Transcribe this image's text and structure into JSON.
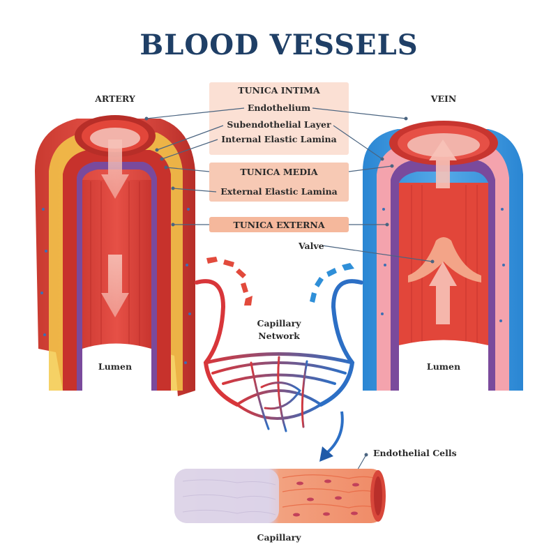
{
  "title": "BLOOD VESSELS",
  "labels": {
    "artery": "ARTERY",
    "vein": "VEIN",
    "tunica_intima": "TUNICA INTIMA",
    "endothelium": "Endothelium",
    "subendothelial": "Subendothelial Layer",
    "internal_elastic": "Internal Elastic Lamina",
    "tunica_media": "TUNICA MEDIA",
    "external_elastic": "External Elastic Lamina",
    "tunica_externa": "TUNICA EXTERNA",
    "valve": "Valve",
    "capillary_network_1": "Capillary",
    "capillary_network_2": "Network",
    "lumen_artery": "Lumen",
    "lumen_vein": "Lumen",
    "endothelial_cells": "Endothelial Cells",
    "capillary": "Capillary"
  },
  "colors": {
    "title": "#1f3f66",
    "artery_red": "#e2463a",
    "artery_dark": "#b92f2a",
    "vein_blue": "#2f8fd8",
    "vein_pink": "#f4a3ad",
    "media_purple": "#7a4a9c",
    "fat_yellow": "#f3c94a",
    "label_box": "#f7c9b4"
  }
}
